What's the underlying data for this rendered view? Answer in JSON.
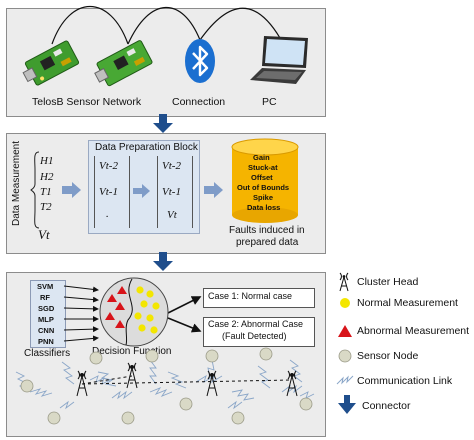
{
  "top": {
    "network_label": "TelosB Sensor Network",
    "connection_label": "Connection",
    "pc_label": "PC"
  },
  "middle": {
    "data_measurement_label": "Data Measurement",
    "h_values": [
      "H1",
      "H2",
      "T1",
      "T2"
    ],
    "vt_label": "Vt",
    "block_title": "Data Preparation Block",
    "col1": [
      "Vt-2",
      "Vt-1",
      "."
    ],
    "col2": [
      "Vt-2",
      "Vt-1",
      "Vt"
    ],
    "faults": [
      "Gain",
      "Stuck-at",
      "Offset",
      "Out of Bounds",
      "Spike",
      "Data loss"
    ],
    "faults_caption_1": "Faults induced in",
    "faults_caption_2": "prepared data"
  },
  "bottom": {
    "classifiers": [
      "SVM",
      "RF",
      "SGD",
      "MLP",
      "CNN",
      "PNN"
    ],
    "classifiers_label": "Classifiers",
    "decision_label": "Decision Function",
    "case1": "Case 1: Normal case",
    "case2_line1": "Case 2: Abnormal Case",
    "case2_line2": "(Fault Detected)"
  },
  "legend": [
    {
      "icon": "cluster-head-icon",
      "label": "Cluster Head"
    },
    {
      "icon": "normal-measurement-icon",
      "label": "Normal Measurement"
    },
    {
      "icon": "abnormal-measurement-icon",
      "label": "Abnormal Measurement"
    },
    {
      "icon": "sensor-node-icon",
      "label": "Sensor Node"
    },
    {
      "icon": "communication-link-icon",
      "label": "Communication Link"
    },
    {
      "icon": "connector-icon",
      "label": "Connector"
    }
  ],
  "colors": {
    "panel": "#ececec",
    "inner_block": "#dce6f2",
    "arrow": "#1f4e8c",
    "yellow": "#f3e600",
    "red": "#d8141a",
    "bluetooth": "#1b6fd0",
    "node": "#d9d9c6",
    "db": "#f5b400"
  }
}
